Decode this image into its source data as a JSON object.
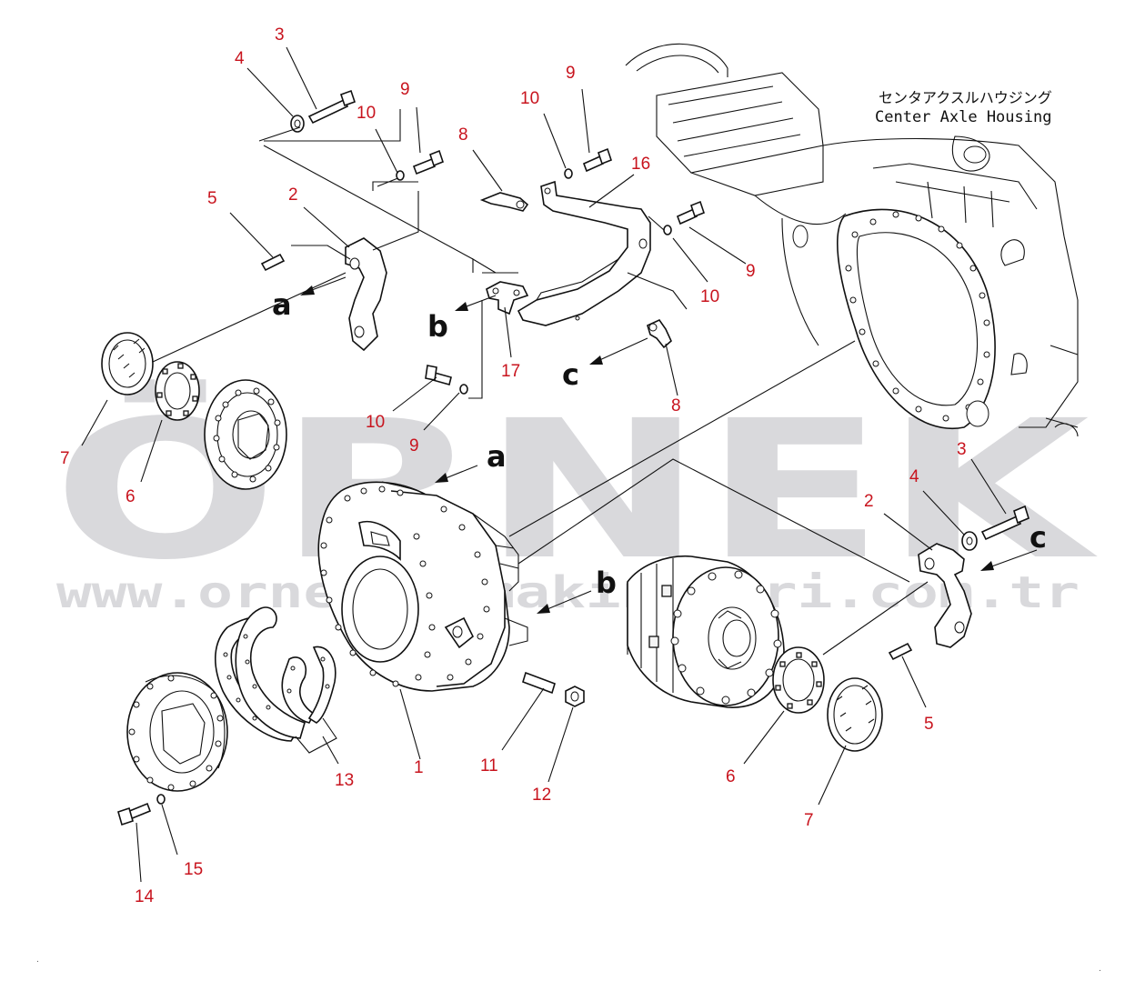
{
  "watermark": {
    "brand": "ÖRNEK",
    "url": "www.ornekiismakinalari.com.tr"
  },
  "title": {
    "japanese": "センタアクスルハウジング",
    "english": "Center Axle Housing"
  },
  "view_letters": [
    "a",
    "b",
    "c",
    "a",
    "b",
    "c"
  ],
  "callouts": [
    "1",
    "2",
    "2",
    "3",
    "3",
    "4",
    "4",
    "5",
    "5",
    "6",
    "6",
    "7",
    "7",
    "8",
    "8",
    "9",
    "9",
    "9",
    "10",
    "10",
    "10",
    "11",
    "12",
    "13",
    "14",
    "15",
    "16",
    "17"
  ],
  "colors": {
    "callout": "#c8141e",
    "linework": "#111111",
    "watermark": "#d9d9dc"
  }
}
